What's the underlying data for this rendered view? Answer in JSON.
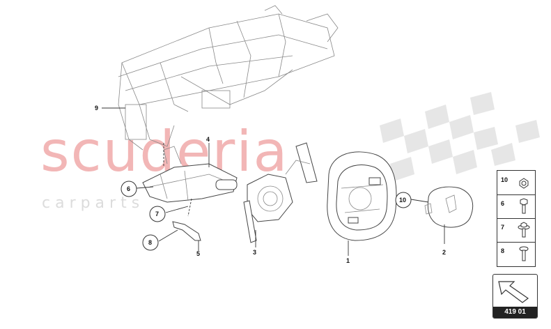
{
  "watermark": {
    "brand": "scuderia",
    "sub": "c a r    p a r t s"
  },
  "callouts": {
    "c1": "1",
    "c2": "2",
    "c3": "3",
    "c4": "4",
    "c5": "5",
    "c6": "6",
    "c7": "7",
    "c8": "8",
    "c9": "9",
    "c10": "10"
  },
  "legend": {
    "items": [
      {
        "num": "10",
        "icon": "nut-icon"
      },
      {
        "num": "6",
        "icon": "hex-bolt-icon"
      },
      {
        "num": "7",
        "icon": "flange-bolt-icon"
      },
      {
        "num": "8",
        "icon": "torx-bolt-icon"
      }
    ]
  },
  "badge": {
    "code": "419 01",
    "icon": "arrow-icon"
  }
}
